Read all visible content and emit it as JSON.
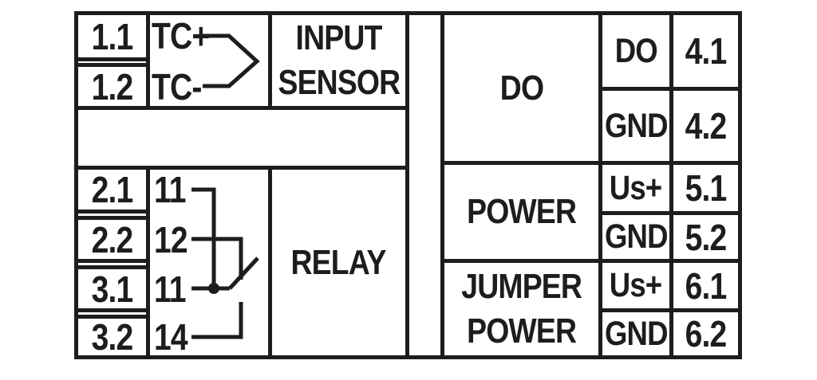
{
  "sections": {
    "input": {
      "terminals": [
        "1.1",
        "1.2"
      ],
      "signals": [
        "TC+",
        "TC-"
      ],
      "label": {
        "line1": "INPUT",
        "line2": "SENSOR"
      },
      "symbol": "thermocouple-icon"
    },
    "relay": {
      "terminals": [
        "2.1",
        "2.2",
        "3.1",
        "3.2"
      ],
      "contacts": [
        "11",
        "12",
        "11",
        "14"
      ],
      "label": "RELAY",
      "symbol": "changeover-contact-icon"
    },
    "do": {
      "label": "DO",
      "rows": [
        {
          "signal": "DO",
          "terminal": "4.1"
        },
        {
          "signal": "GND",
          "terminal": "4.2"
        }
      ]
    },
    "power": {
      "label": "POWER",
      "rows": [
        {
          "signal": "Us+",
          "terminal": "5.1"
        },
        {
          "signal": "GND",
          "terminal": "5.2"
        }
      ]
    },
    "jumper_power": {
      "label": {
        "line1": "JUMPER",
        "line2": "POWER"
      },
      "rows": [
        {
          "signal": "Us+",
          "terminal": "6.1"
        },
        {
          "signal": "GND",
          "terminal": "6.2"
        }
      ]
    }
  },
  "colors": {
    "line": "#1d1d1b",
    "background": "#ffffff"
  }
}
